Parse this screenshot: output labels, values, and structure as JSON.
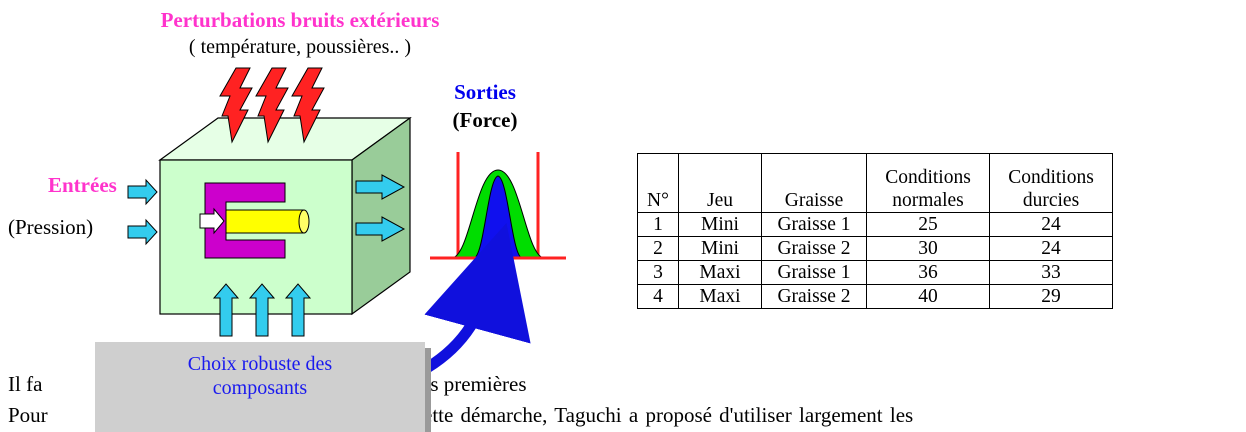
{
  "labels": {
    "perturbations_title": "Perturbations bruits extérieurs",
    "perturbations_detail": "( température, poussières.. )",
    "outputs_title": "Sorties",
    "outputs_detail": "(Force)",
    "inputs_title": "Entrées",
    "inputs_detail": "(Pression)"
  },
  "callout": {
    "line1": "Choix robuste des",
    "line2": "composants"
  },
  "table": {
    "headers": [
      "N°",
      "Jeu",
      "Graisse",
      "Conditions normales",
      "Conditions durcies"
    ],
    "rows": [
      [
        "1",
        "Mini",
        "Graisse 1",
        "25",
        "24"
      ],
      [
        "2",
        "Mini",
        "Graisse 2",
        "30",
        "24"
      ],
      [
        "3",
        "Maxi",
        "Graisse 1",
        "36",
        "33"
      ],
      [
        "4",
        "Maxi",
        "Graisse 2",
        "40",
        "29"
      ]
    ]
  },
  "paragraph": {
    "line1_start": "Il fa",
    "line1_end": "es premières",
    "line2_start": "Pour",
    "line2_end": "ette démarche, Taguchi a proposé  d'utiliser largement les"
  },
  "colors": {
    "magenta": "#ff33cc",
    "blue": "#0000ee",
    "cube_face": "#ccffcc",
    "cube_side": "#99cc99",
    "cyan_arrow": "#33ccee",
    "lightning": "#ff2222",
    "yellow_piston": "#ffff00",
    "purple_cylinder": "#cc00cc"
  }
}
